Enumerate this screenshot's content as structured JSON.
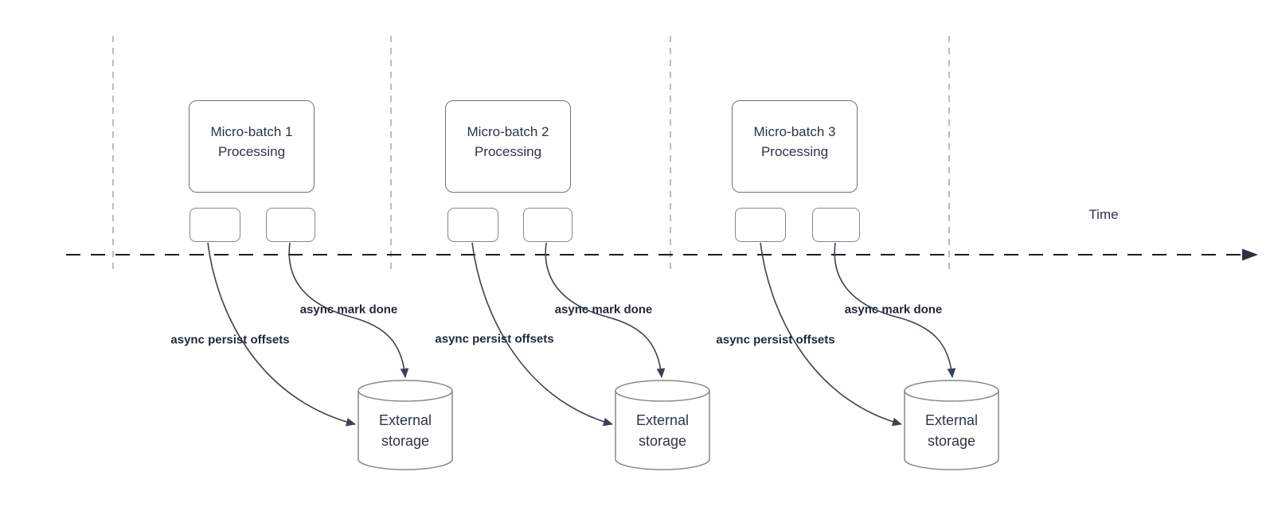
{
  "timeline": {
    "label": "Time"
  },
  "batches": [
    {
      "box": {
        "line1": "Micro-batch 1",
        "line2": "Processing"
      },
      "persist_arrow_label": "async persist offsets",
      "mark_done_arrow_label": "async mark done",
      "storage": {
        "line1": "External",
        "line2": "storage"
      }
    },
    {
      "box": {
        "line1": "Micro-batch 2",
        "line2": "Processing"
      },
      "persist_arrow_label": "async persist offsets",
      "mark_done_arrow_label": "async mark done",
      "storage": {
        "line1": "External",
        "line2": "storage"
      }
    },
    {
      "box": {
        "line1": "Micro-batch 3",
        "line2": "Processing"
      },
      "persist_arrow_label": "async persist offsets",
      "mark_done_arrow_label": "async mark done",
      "storage": {
        "line1": "External",
        "line2": "storage"
      }
    }
  ],
  "colors": {
    "text": "#2c3641",
    "bold_label": "#1f2834",
    "shape_border": "#82888e",
    "guide_line": "#b2b6ba",
    "time_axis": "#1b1b1b",
    "arrow": "#3a4450"
  }
}
